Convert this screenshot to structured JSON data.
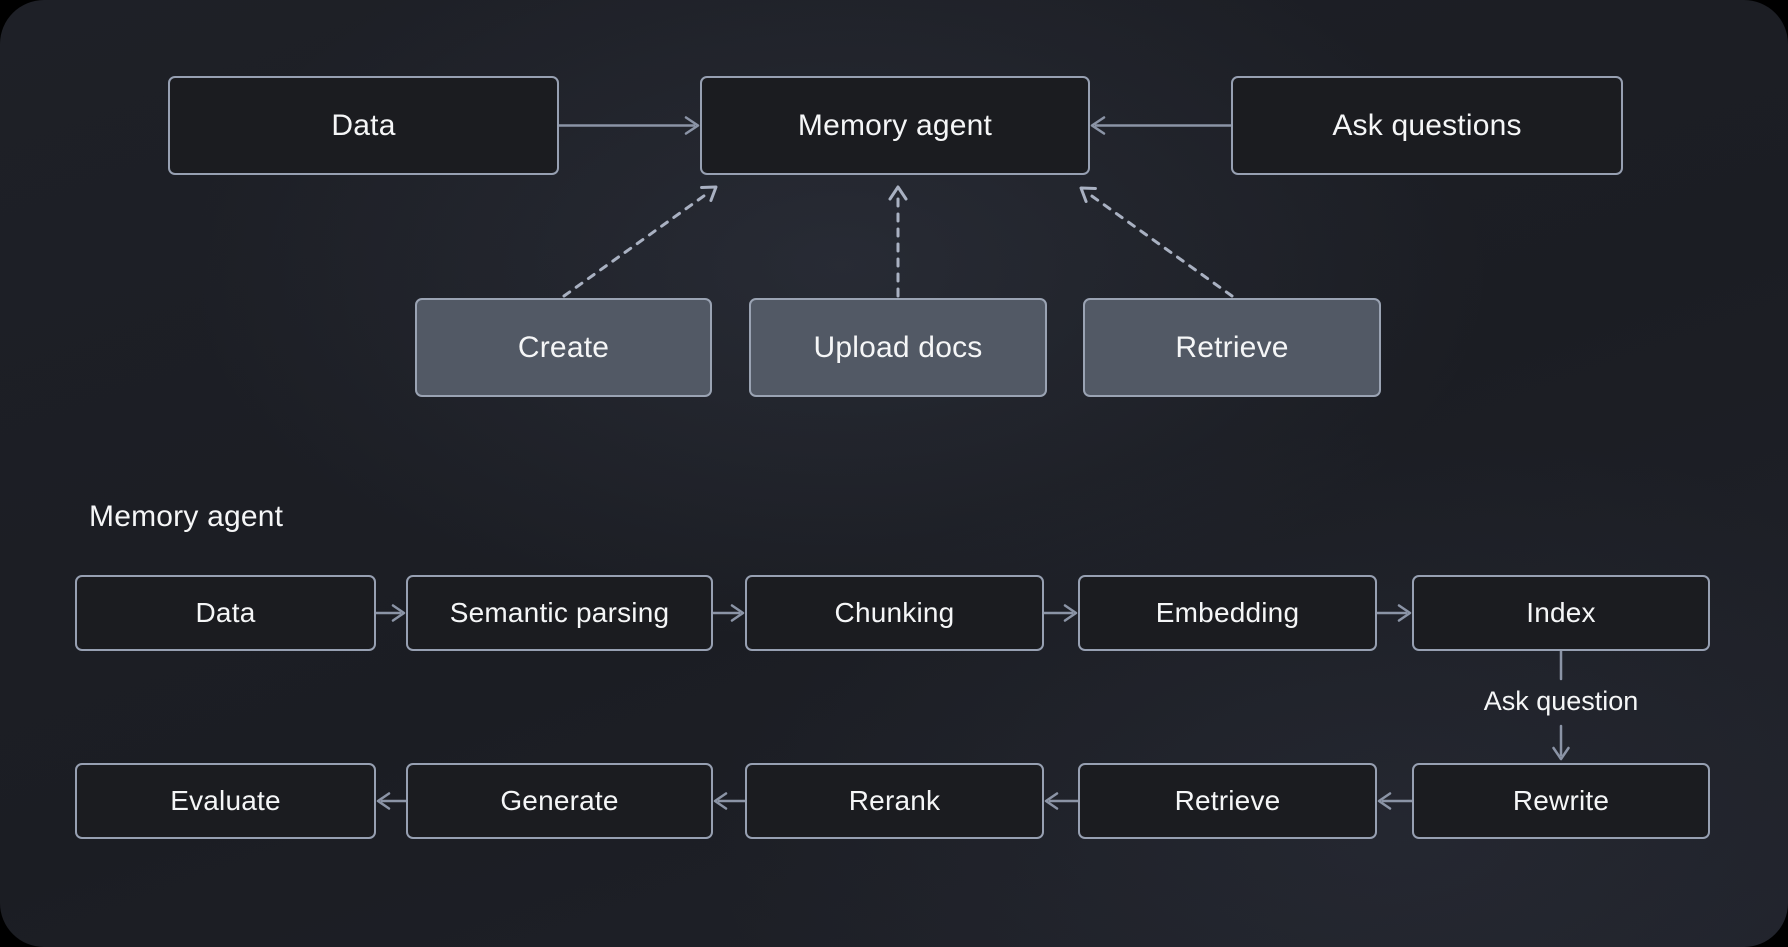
{
  "diagram": {
    "top_flow": {
      "data_label": "Data",
      "memory_agent_label": "Memory agent",
      "ask_questions_label": "Ask questions",
      "create_label": "Create",
      "upload_docs_label": "Upload docs",
      "retrieve_label": "Retrieve"
    },
    "pipeline": {
      "section_title": "Memory agent",
      "row1": {
        "data": "Data",
        "semantic_parsing": "Semantic parsing",
        "chunking": "Chunking",
        "embedding": "Embedding",
        "index": "Index"
      },
      "connector_label": "Ask question",
      "row2": {
        "evaluate": "Evaluate",
        "generate": "Generate",
        "rerank": "Rerank",
        "retrieve": "Retrieve",
        "rewrite": "Rewrite"
      }
    },
    "colors": {
      "background": "#1b1d23",
      "node_dark_fill": "#1b1c20",
      "node_gray_fill": "#525965",
      "node_border": "#97a0b2",
      "arrow_solid": "#8b94a6",
      "arrow_dashed": "#a9b1c2",
      "text": "#f5f6f7"
    }
  }
}
